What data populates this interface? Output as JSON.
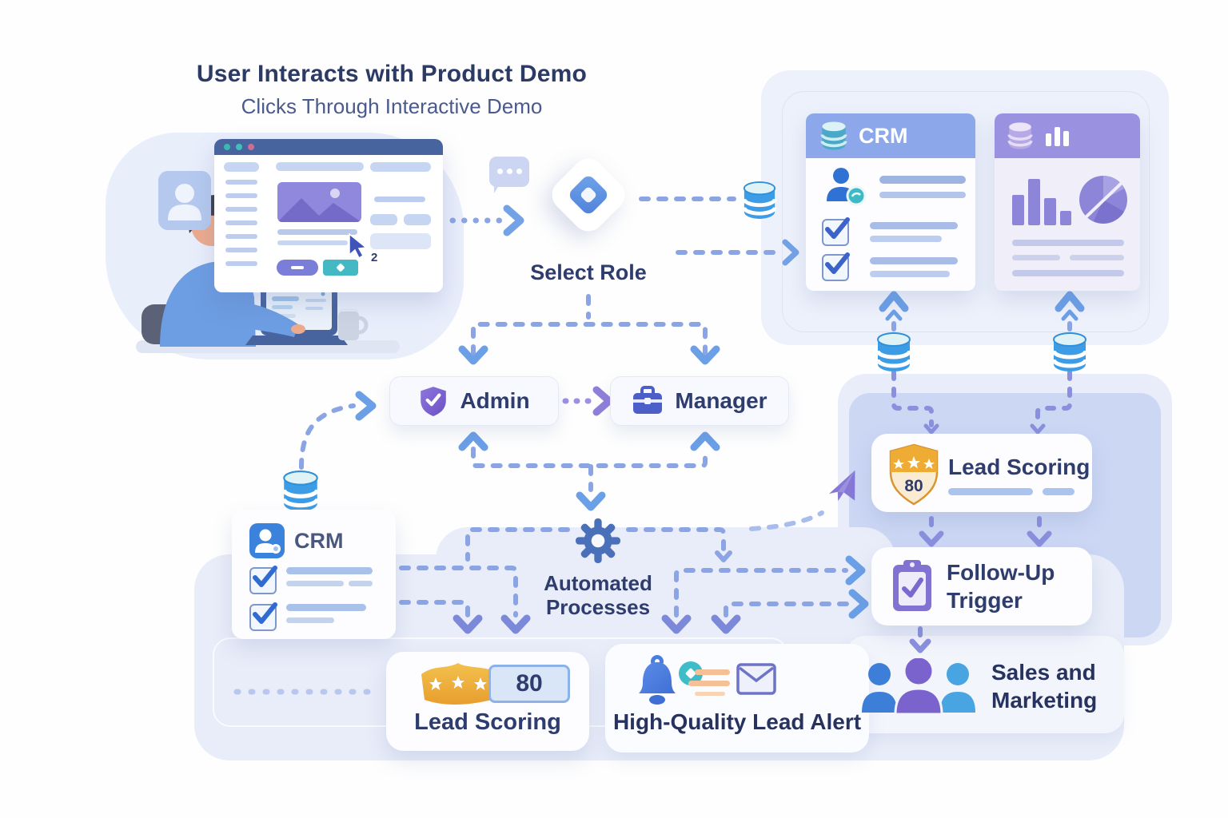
{
  "header": {
    "title": "User Interacts with Product Demo",
    "subtitle": "Clicks Through Interactive Demo"
  },
  "nodes": {
    "select_role": {
      "label": "Select Role"
    },
    "admin": {
      "label": "Admin"
    },
    "manager": {
      "label": "Manager"
    },
    "automated": {
      "line1": "Automated",
      "line2": "Processes"
    },
    "crm_top": {
      "title": "CRM"
    },
    "crm_left": {
      "title": "CRM"
    },
    "lead_scoring_right": {
      "title": "Lead Scoring",
      "score": "80"
    },
    "follow_up": {
      "line1": "Follow-Up",
      "line2": "Trigger"
    },
    "lead_scoring_bottom": {
      "title": "Lead Scoring",
      "score": "80"
    },
    "lead_alert": {
      "title": "High-Quality Lead Alert"
    },
    "sales_marketing": {
      "line1": "Sales and",
      "line2": "Marketing"
    }
  },
  "illustration": {
    "cursor_step": "2"
  },
  "icons": [
    "database-icon",
    "shield-check-icon",
    "briefcase-icon",
    "gear-icon",
    "gold-shield-badge-icon",
    "gold-ribbon-stars-icon",
    "clipboard-check-icon",
    "bell-icon",
    "envelope-icon",
    "users-icon",
    "speech-bubble-icon",
    "cursor-icon",
    "paper-plane-icon",
    "person-icon",
    "checkbox-checked-icon",
    "bar-chart-icon",
    "pie-chart-icon",
    "star-icon",
    "monitor-avatar-icon"
  ],
  "colors": {
    "navy_text": "#2e3c6e",
    "dash_line": "#8ba5e4",
    "arrow_blue": "#6b9fe6",
    "arrow_indigo": "#7c89d9",
    "purple_accent": "#8a7bd8",
    "gold": "#efae3a",
    "db_blue": "#3d9ce6",
    "crm_header": "#8ca8ea",
    "analytics_header": "#9a92e1",
    "teal_badge": "#3ebcc8"
  }
}
